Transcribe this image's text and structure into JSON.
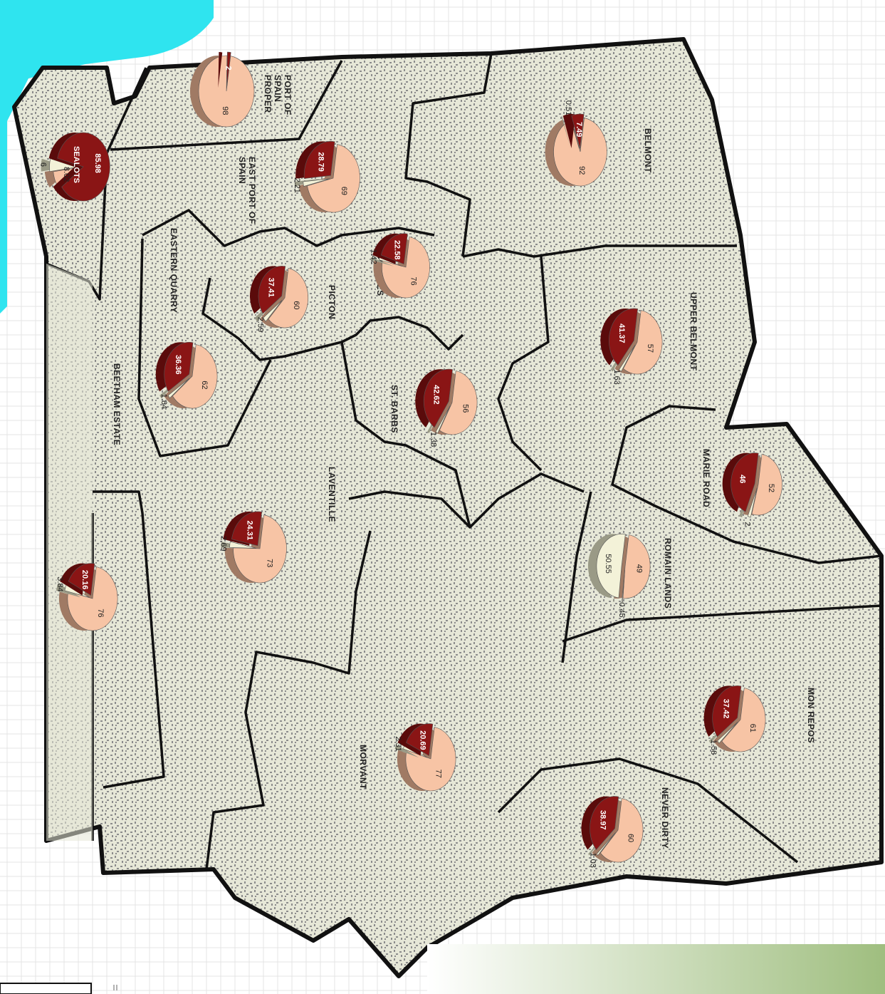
{
  "map": {
    "colors": {
      "water": "#2fe4ef",
      "land": "#e6e7d7",
      "boundary": "#111111",
      "built": "#8b8b8b",
      "slice_a": "#f7c4a5",
      "slice_a_side": "#a07a64",
      "slice_b": "#8a1515",
      "slice_b_side": "#5a0b0b",
      "slice_c": "#f3f2d8",
      "legend_bar_start": "#ffffff",
      "legend_bar_end": "#9fbe7f"
    },
    "districts": [
      {
        "id": "port-of-spain-proper",
        "name": "PORT OF SPAIN PROPER",
        "a": 98,
        "c": "",
        "b": 2,
        "c_label": "",
        "b_label": "2"
      },
      {
        "id": "sealots",
        "name": "SEALOTS",
        "a": "",
        "a_label": "8.02",
        "c_label": "6",
        "b_label": "85.98",
        "b": 85.98,
        "c": 6
      },
      {
        "id": "east-port-of-spain",
        "name": "EAST PORT OF SPAIN",
        "a": 69,
        "c_label": "2.21",
        "b_label": "28.79",
        "b": 28.79,
        "c": 2.21
      },
      {
        "id": "belmont",
        "name": "BELMONT",
        "a": 92,
        "c_label": "0.51",
        "b_label": "7.49",
        "b": 7.49,
        "c": 0.51
      },
      {
        "id": "gonzales",
        "name": "GONZALES",
        "a": 76,
        "c_label": "1.42",
        "b_label": "22.58",
        "b": 22.58,
        "c": 1.42
      },
      {
        "id": "picton",
        "name": "PICTON",
        "a": 60,
        "c_label": "2.59",
        "b_label": "37.41",
        "b": 37.41,
        "c": 2.59
      },
      {
        "id": "eastern-quarry",
        "name": "EASTERN QUARRY",
        "a": 62,
        "c_label": "1.64",
        "b_label": "36.36",
        "b": 36.36,
        "c": 1.64
      },
      {
        "id": "upper-belmont",
        "name": "UPPER BELMONT",
        "a": 57,
        "c_label": "1.63",
        "b_label": "41.37",
        "b": 41.37,
        "c": 1.63
      },
      {
        "id": "st-barbs",
        "name": "ST. BARBS",
        "a": 56,
        "c_label": "1.38",
        "b_label": "42.62",
        "b": 42.62,
        "c": 1.38
      },
      {
        "id": "beetham-estate",
        "name": "BEETHAM ESTATE",
        "a": 76,
        "c_label": "3.84",
        "b_label": "20.16",
        "b": 20.16,
        "c": 3.84
      },
      {
        "id": "laventille",
        "name": "LAVENTILLE",
        "a": 73,
        "c_label": "2.69",
        "b_label": "24.31",
        "b": 24.31,
        "c": 2.69
      },
      {
        "id": "marie-road",
        "name": "MARIE ROAD",
        "a": 52,
        "c_label": "2",
        "b_label": "46",
        "b": 46,
        "c": 2
      },
      {
        "id": "romain-lands",
        "name": "ROMAIN LANDS",
        "a": 49,
        "c_label": "0.45",
        "b_label": "50.55",
        "b": 50.55,
        "c": 0.45
      },
      {
        "id": "mon-repos",
        "name": "MON REPOS",
        "a": 61,
        "c_label": "1.58",
        "b_label": "37.42",
        "b": 37.42,
        "c": 1.58
      },
      {
        "id": "morvant",
        "name": "MORVANT",
        "a": 77,
        "c_label": "2.31",
        "b_label": "20.69",
        "b": 20.69,
        "c": 2.31
      },
      {
        "id": "never-dirty",
        "name": "NEVER DIRTY",
        "a": 60,
        "c_label": "1.03",
        "b_label": "38.97",
        "b": 38.97,
        "c": 1.03
      }
    ]
  }
}
